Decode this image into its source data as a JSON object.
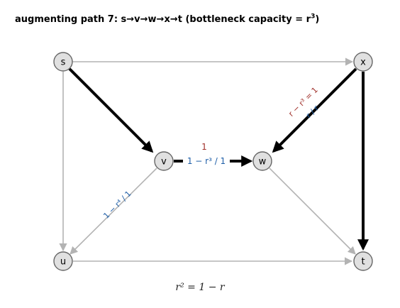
{
  "title": {
    "text": "augmenting path 7:  s→v→w→x→t  (bottleneck capacity = r",
    "sup": "3",
    "end": ")"
  },
  "nodes": {
    "s": "s",
    "x": "x",
    "v": "v",
    "w": "w",
    "u": "u",
    "t": "t"
  },
  "labels": {
    "vw_flow_top": "1",
    "vw_cap": "1 − r³ / 1",
    "xw_top": "r − r³ = 1",
    "xw_bottom": "r / r",
    "vu": "1 − r⁴ / 1"
  },
  "equation": "r² = 1 − r",
  "colors": {
    "gray_edge": "#b3b3b3",
    "path_edge": "#000000",
    "blue_label": "#1f5fa8",
    "red_label": "#a0302a",
    "node_fill": "#e0e0e0",
    "node_stroke": "#666666"
  }
}
